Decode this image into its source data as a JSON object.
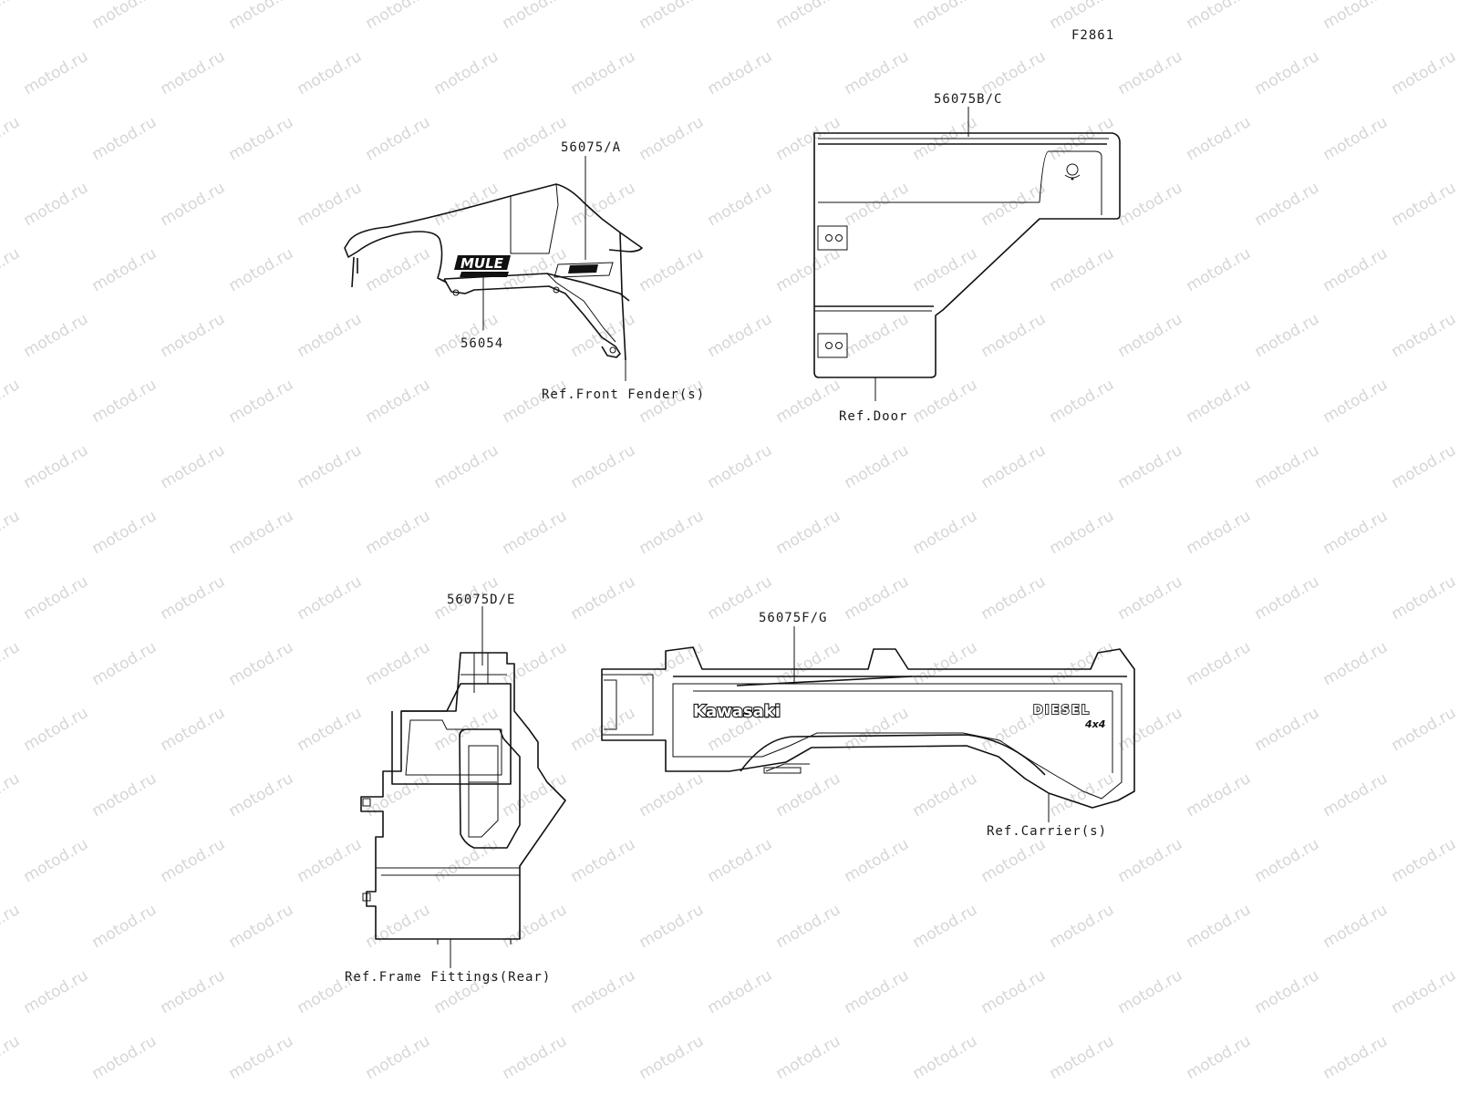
{
  "figure_code": "F2861",
  "watermark": "motod.ru",
  "parts": {
    "front_fender_decal": "56075/A",
    "mule_emblem": "56054",
    "door_decal": "56075B/C",
    "frame_fittings_decal": "56075D/E",
    "carrier_decal": "56075F/G"
  },
  "references": {
    "front_fender": "Ref.Front Fender(s)",
    "door": "Ref.Door",
    "frame_fittings": "Ref.Frame Fittings(Rear)",
    "carrier": "Ref.Carrier(s)"
  },
  "decal_text": {
    "mule": "MULE",
    "kawasaki": "Kawasaki",
    "diesel": "DIESEL",
    "four_by_four": "4x4"
  },
  "colors": {
    "line": "#111111",
    "watermark": "#d6d6d6",
    "background": "#ffffff"
  }
}
